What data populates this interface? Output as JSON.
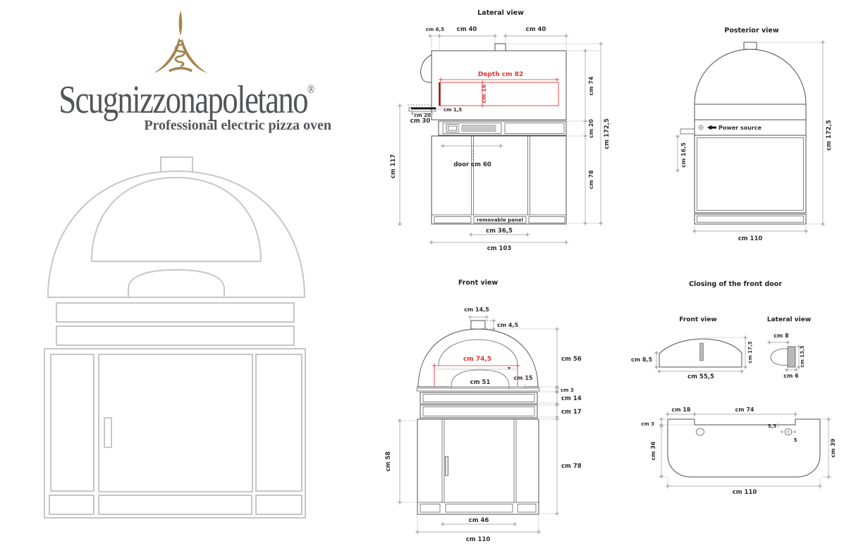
{
  "brand": {
    "name": "Scugnizzonapoletano",
    "registered_mark": "®",
    "tagline": "Professional electric pizza oven",
    "logo_color": "#a5854e",
    "text_color": "#54555a"
  },
  "colors": {
    "accent_red": "#e23636",
    "dark_red": "#9b1313",
    "drawing_line": "#4f4f4f",
    "dimension_line": "#9a9a9a",
    "panel_gray": "#c9c9c9",
    "sketch_gray": "#c6c6c6"
  },
  "lateral_view": {
    "title": "Lateral view",
    "dim_top_front": "cm 6,5",
    "dim_top_mid": "cm 40",
    "dim_top_back": "cm 40",
    "dim_depth": "Depth cm 82",
    "dim_chamber_height": "cm 16",
    "dim_shelf_thickness": "cm 1,5",
    "dim_shelf_depth": "cm 20",
    "dim_shelf_total_depth": "cm 30",
    "dim_worktop_height": "cm 117",
    "dim_dome_section_height": "cm 74",
    "dim_band_height": "cm 20",
    "dim_cabinet_height": "cm 78",
    "dim_total_height": "cm 172,5",
    "door_label": "door cm 60",
    "removable_panel_label": "removable panel",
    "dim_panel_width": "cm 36,5",
    "dim_total_depth": "cm 103"
  },
  "posterior_view": {
    "title": "Posterior view",
    "power_source_label": "Power source",
    "dim_inlet_height": "cm 16,5",
    "dim_total_height": "cm 172,5",
    "dim_width": "cm 110"
  },
  "front_view": {
    "title": "Front view",
    "dim_chimney_width": "cm 14,5",
    "dim_chimney_height": "cm 4,5",
    "dim_inner_dome_width": "cm 74,5",
    "dim_mouth_width": "cm 51",
    "dim_mouth_offset": "cm 15",
    "dim_dome_height": "cm 56",
    "dim_lip_height": "cm 3",
    "dim_upper_band_height": "cm 14",
    "dim_lower_band_height": "cm 17",
    "dim_door_height": "cm 58",
    "dim_cabinet_height": "cm 78",
    "dim_door_width": "cm 46",
    "dim_width": "cm 110"
  },
  "door_closing": {
    "title": "Closing of the front door",
    "front": {
      "subtitle": "Front view",
      "dim_side_height": "cm 8,5",
      "dim_width": "cm 55,5",
      "dim_height": "cm 17,5"
    },
    "lateral": {
      "subtitle": "Lateral view",
      "dim_depth": "cm 8",
      "dim_height": "cm 13,5",
      "dim_plate_depth": "cm 6"
    },
    "plan": {
      "dim_left_offset": "cm 18",
      "dim_opening_width": "cm 74",
      "dim_step": "cm 3",
      "dim_left_depth": "cm 36",
      "dim_knob_offset": "5,5",
      "dim_knob": "5",
      "dim_right_depth": "cm 39",
      "dim_width": "cm 110"
    }
  }
}
